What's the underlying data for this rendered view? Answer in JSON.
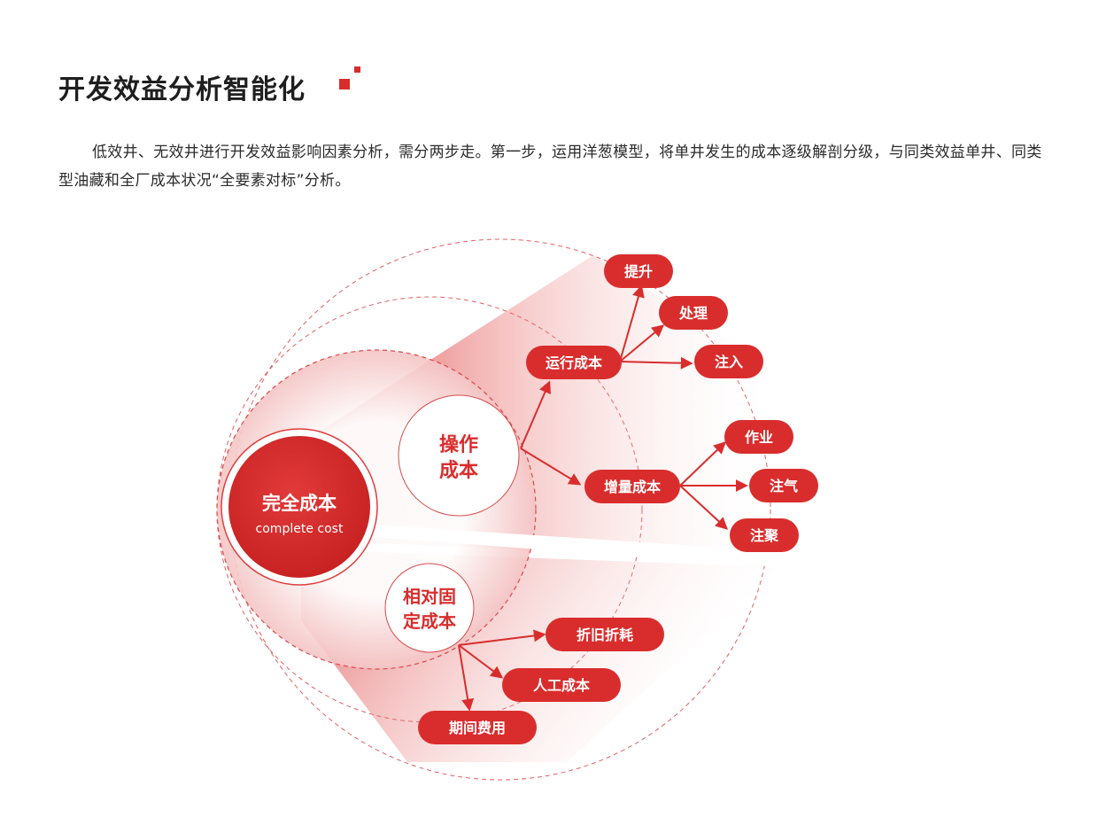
{
  "header": {
    "title": "开发效益分析智能化",
    "intro": "低效井、无效井进行开发效益影响因素分析，需分两步走。第一步，运用洋葱模型，将单井发生的成本逐级解剖分级，与同类效益单井、同类型油藏和全厂成本状况“全要素对标”分析。"
  },
  "colors": {
    "accent": "#d92d2d",
    "accent_light": "#f6d5d5"
  },
  "diagram": {
    "core": {
      "label": "完全成本",
      "sublabel": "complete cost"
    },
    "operating": {
      "line1": "操作",
      "line2": "成本"
    },
    "fixed": {
      "line1": "相对固",
      "line2": "定成本"
    },
    "running": {
      "label": "运行成本",
      "children": [
        "提升",
        "处理",
        "注入"
      ]
    },
    "incremental": {
      "label": "增量成本",
      "children": [
        "作业",
        "注气",
        "注聚"
      ]
    },
    "fixed_children": [
      "折旧折耗",
      "人工成本",
      "期间费用"
    ]
  }
}
